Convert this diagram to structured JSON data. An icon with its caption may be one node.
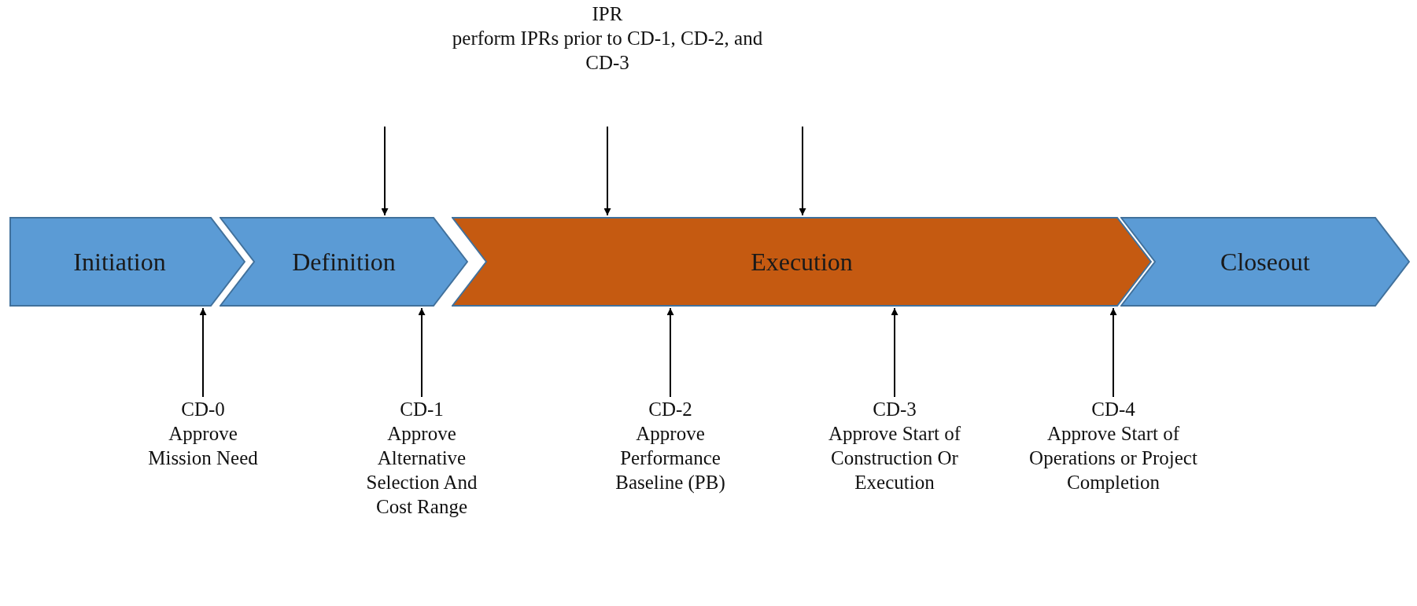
{
  "diagram": {
    "nodes": [
      {
        "text": [
          "Initiation"
        ]
      },
      {
        "text": [
          "Definition"
        ]
      },
      {
        "text": [
          "Execution"
        ]
      },
      {
        "text": [
          "Closeout"
        ]
      },
      {
        "text": [
          "CD-0",
          "Approve Mission Need"
        ]
      },
      {
        "text": [
          "CD-1",
          "Approve Alternative Selection And Cost Range"
        ]
      },
      {
        "text": [
          "CD-2",
          "Approve Performance Baseline (PB)"
        ]
      },
      {
        "text": [
          "CD-3",
          "Approve Start of Construction Or Execution"
        ]
      },
      {
        "text": [
          "CD-4",
          "Approve Start of Operations or Project Completion"
        ]
      }
    ],
    "edges": [
      {
        "from": null,
        "to": 1,
        "arrow": "to"
      },
      {
        "from": null,
        "to": 2,
        "arrow": "to"
      },
      {
        "from": null,
        "to": 2,
        "arrow": "to"
      },
      {
        "from": 4,
        "to": 0,
        "arrow": "to"
      },
      {
        "from": 5,
        "to": 1,
        "arrow": "to"
      },
      {
        "from": 6,
        "to": 2,
        "arrow": "to"
      },
      {
        "from": 7,
        "to": 2,
        "arrow": "to"
      },
      {
        "from": 8,
        "to": 2,
        "arrow": "to"
      }
    ],
    "labels": [
      "IPR",
      "perform IPRs prior to CD-1, CD-2, and CD-3"
    ]
  }
}
